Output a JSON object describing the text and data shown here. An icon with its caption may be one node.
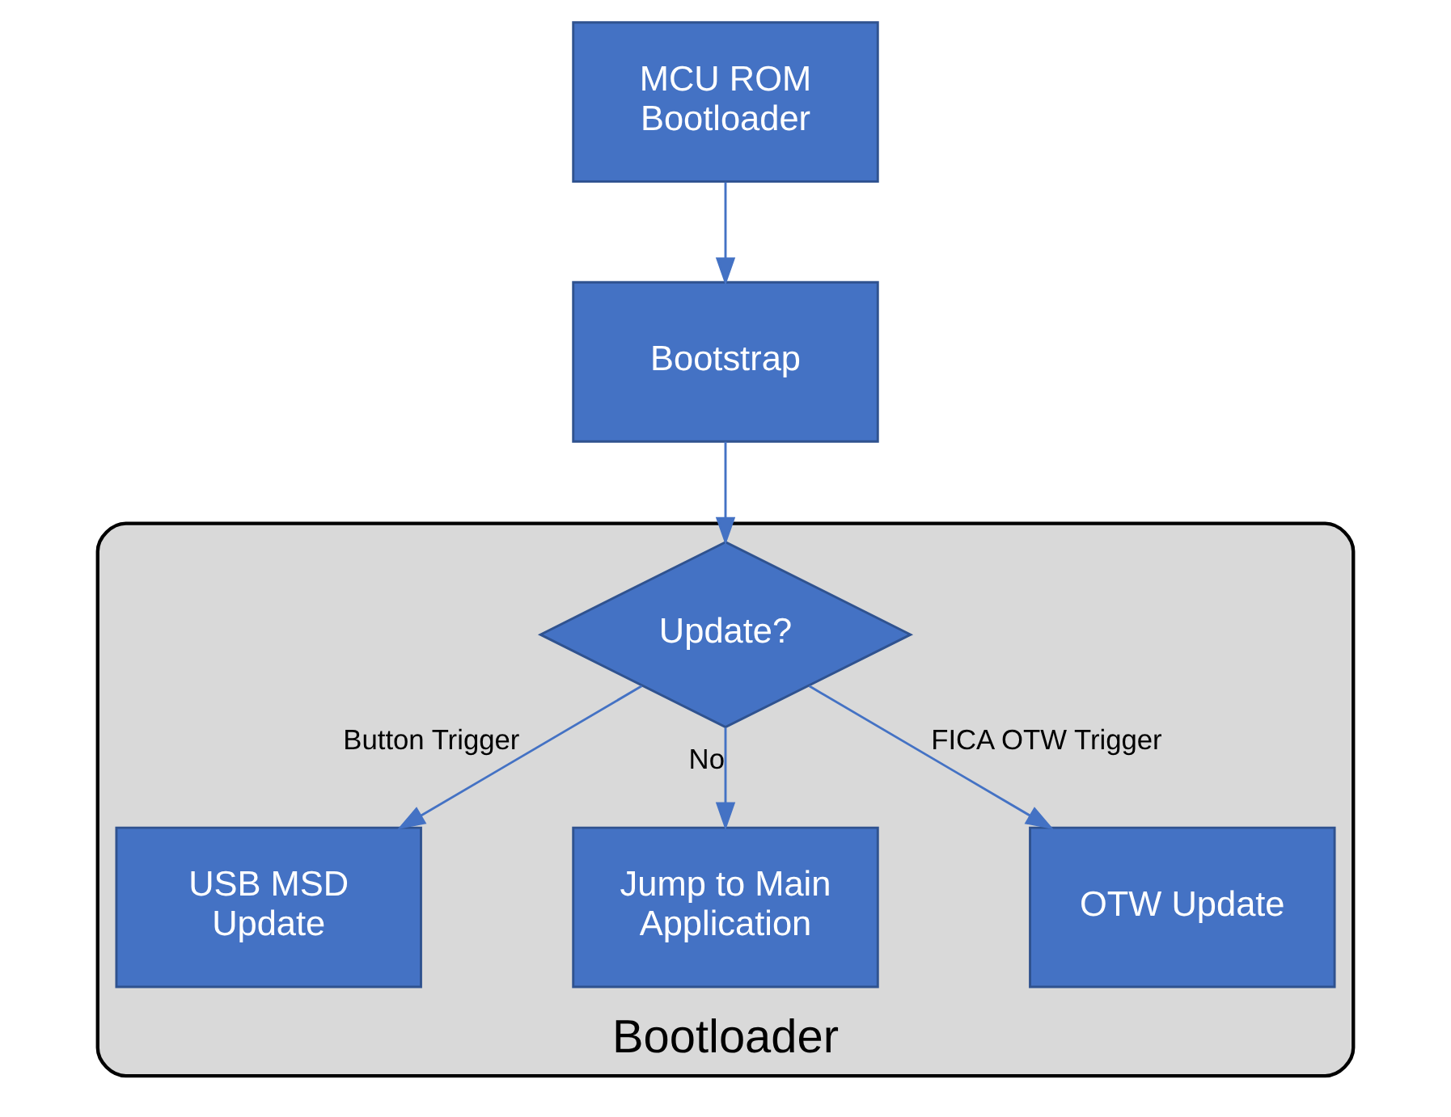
{
  "diagram": {
    "nodes": [
      {
        "text": [
          "MCU ROM Bootloader"
        ]
      },
      {
        "text": [
          "Bootstrap"
        ]
      },
      {
        "text": [
          "Bootloader"
        ]
      },
      {
        "text": [
          "Update?"
        ],
        "in": 2
      },
      {
        "text": [
          "USB MSD Update"
        ],
        "in": 2
      },
      {
        "text": [
          "Jump to Main Application"
        ],
        "in": 2
      },
      {
        "text": [
          "OTW Update"
        ],
        "in": 2
      }
    ],
    "edges": [
      {
        "from": 0,
        "to": 1,
        "arrow": "to"
      },
      {
        "from": 1,
        "to": 3,
        "arrow": "to"
      },
      {
        "from": 3,
        "to": 4,
        "arrow": "to",
        "label": "Button Trigger"
      },
      {
        "from": 3,
        "to": 5,
        "arrow": "to",
        "label": "No"
      },
      {
        "from": 3,
        "to": 6,
        "arrow": "to",
        "label": "FICA OTW Trigger"
      }
    ]
  }
}
